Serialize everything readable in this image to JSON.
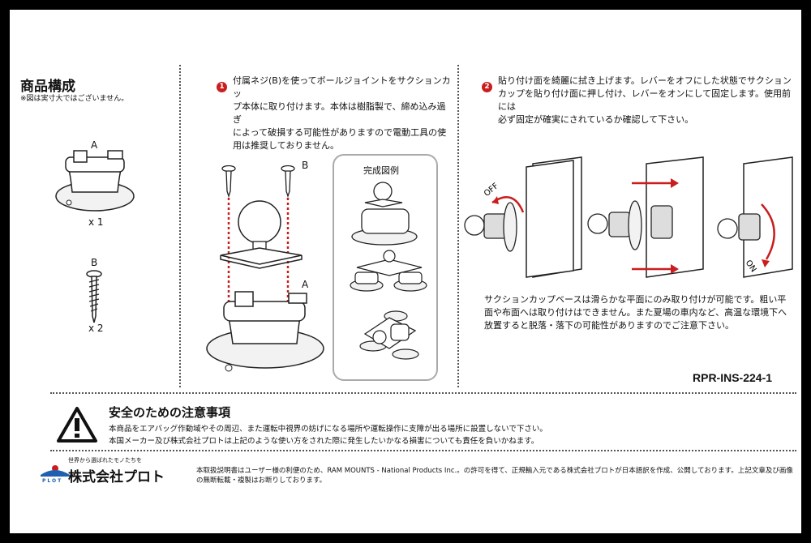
{
  "contents": {
    "title": "商品構成",
    "note": "※図は実寸大ではございません。",
    "part_a_label": "A",
    "part_a_qty": "x 1",
    "part_b_label": "B",
    "part_b_qty": "x 2"
  },
  "step1": {
    "number": "1",
    "text": [
      "付属ネジ(B)を使ってボールジョイントをサクションカッ",
      "プ本体に取り付けます。本体は樹脂製で、締め込み過ぎ",
      "によって破損する可能性がありますので電動工具の使",
      "用は推奨しておりません。"
    ],
    "label_b": "B",
    "label_a": "A",
    "complete_title": "完成図例"
  },
  "step2": {
    "number": "2",
    "text": [
      "貼り付け面を綺麗に拭き上げます。レバーをオフにした状態でサクション",
      "カップを貼り付け面に押し付け、レバーをオンにして固定します。使用前には",
      "必ず固定が確実にされているか確認して下さい。"
    ],
    "off_label": "OFF",
    "on_label": "ON",
    "caution": [
      "サクションカップベースは滑らかな平面にのみ取り付けが可能です。粗い平",
      "面や布面へは取り付けはできません。また夏場の車内など、高温な環境下へ",
      "放置すると脱落・落下の可能性がありますのでご注意下さい。"
    ]
  },
  "doc_code": "RPR-INS-224-1",
  "safety": {
    "title": "安全のための注意事項",
    "lines": [
      "本商品をエアバッグ作動域やその周辺、また運転中視界の妨げになる場所や運転操作に支障が出る場所に設置しないで下さい。",
      "本国メーカー及び株式会社プロトは上記のような使い方をされた際に発生したいかなる損害についても責任を負いかねます。"
    ]
  },
  "footer": {
    "tagline": "世界から選ばれたモノたちを",
    "logo_mark": "PLOT",
    "company": "株式会社プロト",
    "legal": [
      "本取扱説明書はユーザー様の利便のため、RAM MOUNTS - National Products Inc.。の許可を得て、正規輸入元である株式会社プロトが日本語訳を作成、公開しております。上記文章及び画像",
      "の無断転載・複製はお断りしております。"
    ]
  },
  "colors": {
    "accent_red": "#c81e1e",
    "logo_blue": "#1f5fb0"
  }
}
